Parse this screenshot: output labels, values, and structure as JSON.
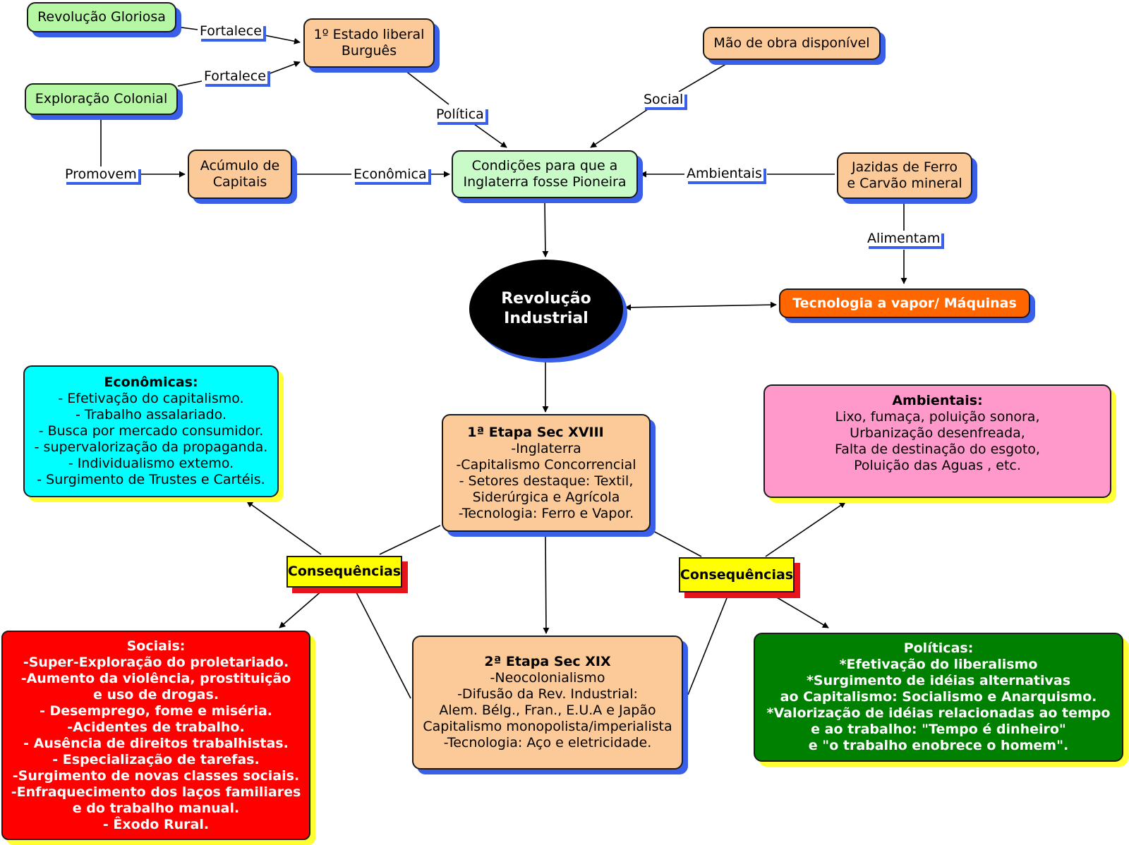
{
  "nodes": {
    "revolucao_gloriosa": "Revolução Gloriosa",
    "estado_liberal": [
      "1º Estado liberal",
      "Burguês"
    ],
    "exploracao_colonial": "Exploração Colonial",
    "mao_de_obra": "Mão de obra disponível",
    "acumulo": [
      "Acúmulo de",
      "Capitais"
    ],
    "condicoes": [
      "Condições para que a",
      "Inglaterra fosse Pioneira"
    ],
    "jazidas": [
      "Jazidas de Ferro",
      "e Carvão mineral"
    ],
    "revolucao_industrial": [
      "Revolução",
      "Industrial"
    ],
    "tecnologia": "Tecnologia a vapor/ Máquinas",
    "etapa1": {
      "title": "1ª Etapa Sec XVIII",
      "lines": [
        "-Inglaterra",
        "-Capitalismo Concorrencial",
        "- Setores destaque: Textil,",
        "Siderúrgica e Agrícola",
        "-Tecnologia: Ferro e Vapor."
      ]
    },
    "etapa2": {
      "title": "2ª Etapa Sec XIX",
      "lines": [
        "-Neocolonialismo",
        "-Difusão da Rev. Industrial:",
        "Alem. Bélg., Fran., E.U.A e Japão",
        "Capitalismo monopolista/imperialista",
        "-Tecnologia: Aço e eletricidade."
      ]
    },
    "economicas": {
      "title": "Econômicas:",
      "lines": [
        "- Efetivação do capitalismo.",
        "- Trabalho assalariado.",
        "- Busca por mercado consumidor.",
        "- supervalorização da propaganda.",
        "- Individualismo extemo.",
        "- Surgimento de Trustes e Cartéis."
      ]
    },
    "ambientais_box": {
      "title": "Ambientais:",
      "lines": [
        "Lixo, fumaça, poluição sonora,",
        "Urbanização desenfreada,",
        "Falta de destinação do esgoto,",
        "Poluição das Aguas , etc."
      ]
    },
    "sociais": {
      "title": "Sociais:",
      "lines": [
        "-Super-Exploração do proletariado.",
        "-Aumento da violência, prostituição",
        "e uso de drogas.",
        "- Desemprego, fome e miséria.",
        "-Acidentes de trabalho.",
        "- Ausência de direitos trabalhistas.",
        "- Especialização de tarefas.",
        "-Surgimento de novas classes sociais.",
        "-Enfraquecimento dos laços familiares",
        "e do trabalho manual.",
        "- Êxodo Rural."
      ]
    },
    "politicas": {
      "title": "Políticas:",
      "lines": [
        "*Efetivação do liberalismo",
        "*Surgimento de idéias alternativas",
        "ao Capitalismo: Socialismo  e Anarquismo.",
        "*Valorização de idéias relacionadas ao tempo",
        "e ao trabalho: \"Tempo é dinheiro\"",
        "e \"o trabalho enobrece o homem\"."
      ]
    },
    "consequencias_left": "Consequências",
    "consequencias_right": "Consequências"
  },
  "edge_labels": {
    "fortalece_1": "Fortalece",
    "fortalece_2": "Fortalece",
    "promovem": "Promovem",
    "economica": "Econômica",
    "politica": "Política",
    "social": "Social",
    "ambientais": "Ambientais",
    "alimentam": "Alimentam"
  },
  "colors": {
    "shadow_blue": "#3a5fe8",
    "green": "#b6f7a3",
    "peach": "#fcc998",
    "mint": "#c9fbc9",
    "cyan": "#00ffff",
    "pink": "#ff99cc",
    "red": "#ff0000",
    "dark_green": "#008000",
    "orange": "#ff6600",
    "yellow": "#ffff00"
  }
}
